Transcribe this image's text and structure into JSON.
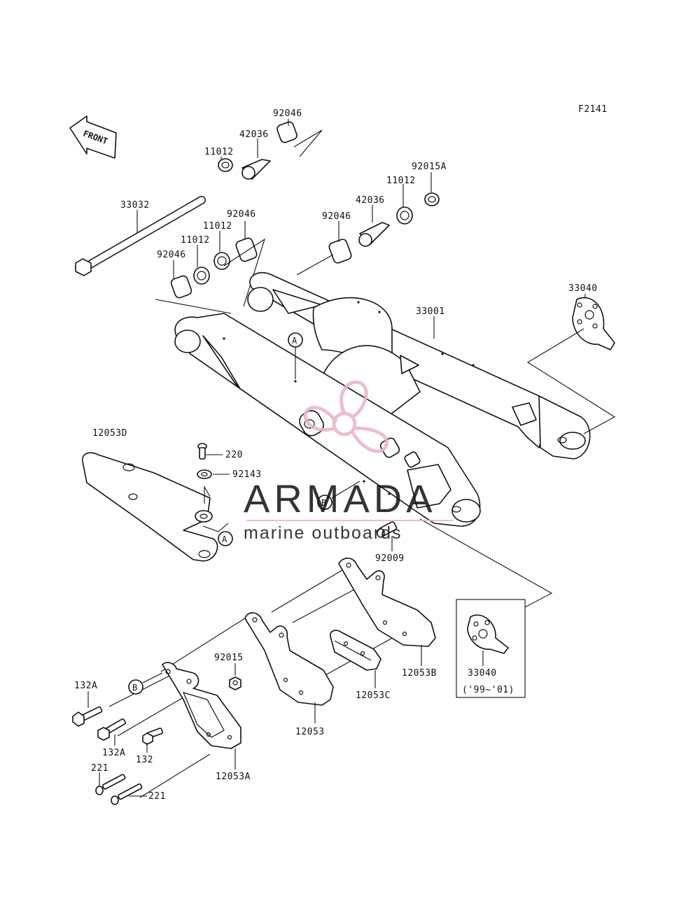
{
  "figure_code": "F2141",
  "front_label": "FRONT",
  "range_note": "('99~'01)",
  "callouts": {
    "a": "A",
    "b": "B"
  },
  "watermark": {
    "brand": "ARMADA",
    "tagline": "marine outboards",
    "color": "#e7b3c9"
  },
  "parts": {
    "p33032": "33032",
    "p92046_top": "92046",
    "p42036_top": "42036",
    "p11012_top": "11012",
    "p92046_l1": "92046",
    "p11012_l1": "11012",
    "p11012_l2": "11012",
    "p92046_l2": "92046",
    "p92015A": "92015A",
    "p11012_r": "11012",
    "p42036_r": "42036",
    "p92046_r": "92046",
    "p33001": "33001",
    "p33040": "33040",
    "p12053D": "12053D",
    "p220": "220",
    "p92143": "92143",
    "p92009": "92009",
    "p33040_inset": "33040",
    "p92015": "92015",
    "p132A_1": "132A",
    "p132A_2": "132A",
    "p132": "132",
    "p221_1": "221",
    "p221_2": "221",
    "p12053": "12053",
    "p12053A": "12053A",
    "p12053B": "12053B",
    "p12053C": "12053C"
  }
}
